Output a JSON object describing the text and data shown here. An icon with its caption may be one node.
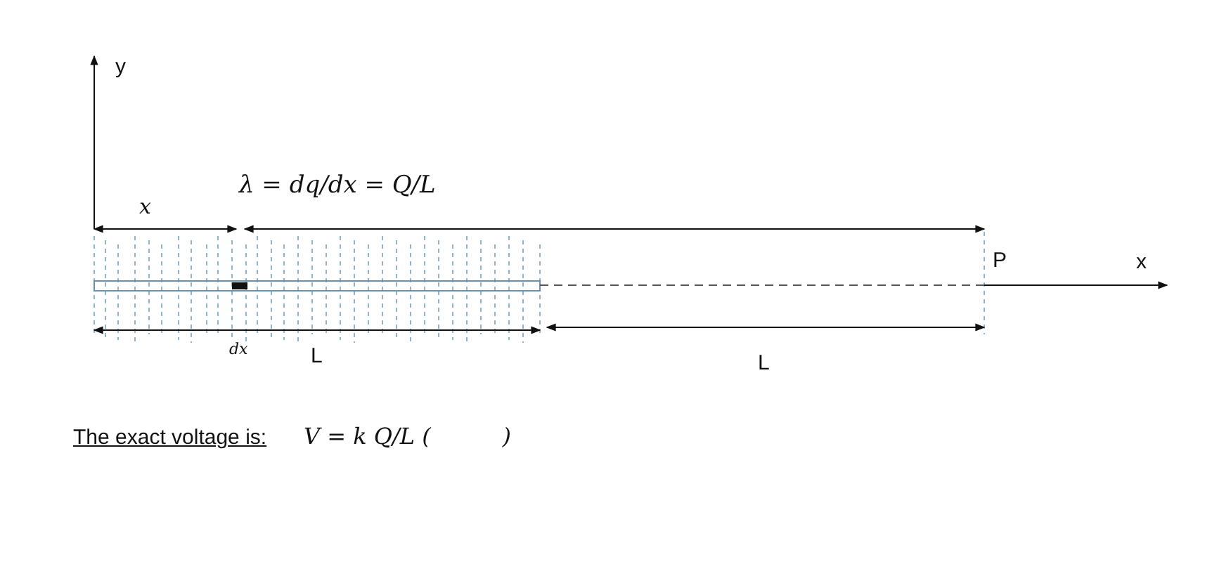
{
  "diagram": {
    "labels": [
      "y",
      "λ = dq/dx = Q/L",
      "x",
      "P",
      "x",
      "dx",
      "L",
      "L",
      "The exact voltage is:",
      "V = k Q/L (          )"
    ]
  }
}
